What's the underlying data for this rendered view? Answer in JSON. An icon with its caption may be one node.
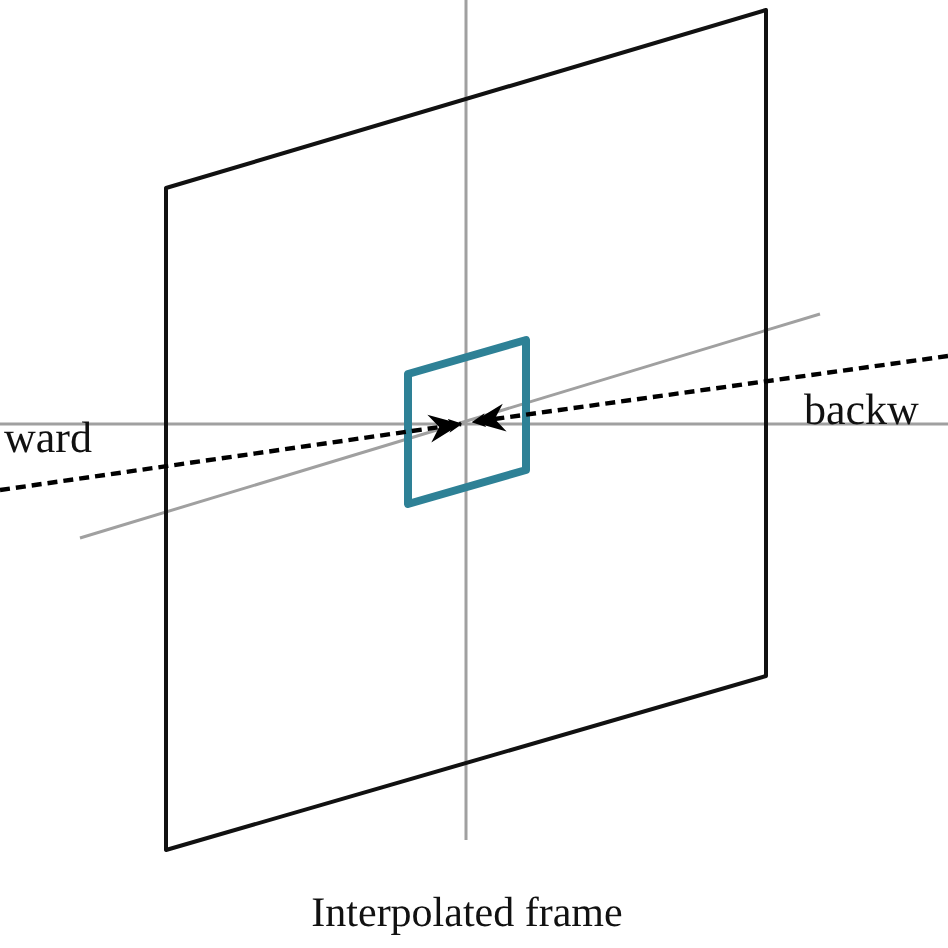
{
  "diagram": {
    "nodes": [
      {
        "text": [
          "Interpolated frame"
        ]
      },
      {
        "text": [],
        "shape": "box",
        "in": 0
      }
    ],
    "edges": [
      {
        "from": null,
        "to": 1,
        "arrow": "to",
        "style": "dashed",
        "label": "ward"
      },
      {
        "from": null,
        "to": 1,
        "arrow": "to",
        "style": "dashed",
        "label": "backw"
      }
    ]
  }
}
